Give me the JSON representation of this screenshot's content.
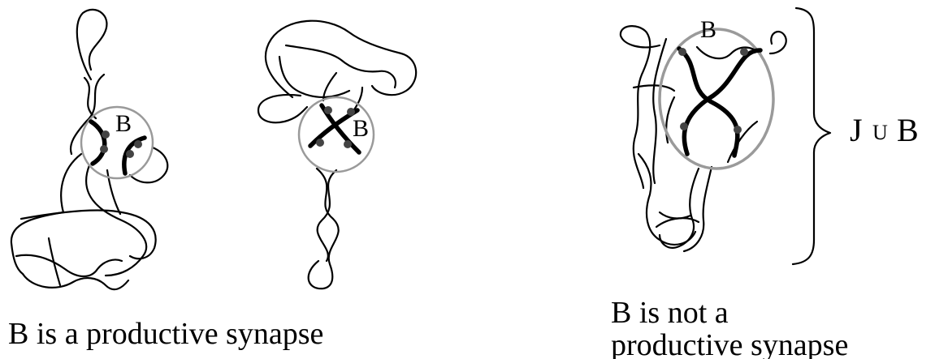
{
  "diagram": {
    "knot_1": {
      "synapse_label": "B"
    },
    "knot_2": {
      "synapse_label": "B"
    },
    "knot_3": {
      "synapse_label": "B"
    },
    "bracket": {
      "label_j": "J",
      "label_union": "U",
      "label_b": "B"
    },
    "captions": {
      "productive": "B is a productive synapse",
      "not_productive_line1": "B is not a",
      "not_productive_line2": "productive synapse"
    },
    "colors": {
      "strand": "#000000",
      "synapse_ring": "#9a9a9a",
      "site_dot": "#444444"
    }
  }
}
